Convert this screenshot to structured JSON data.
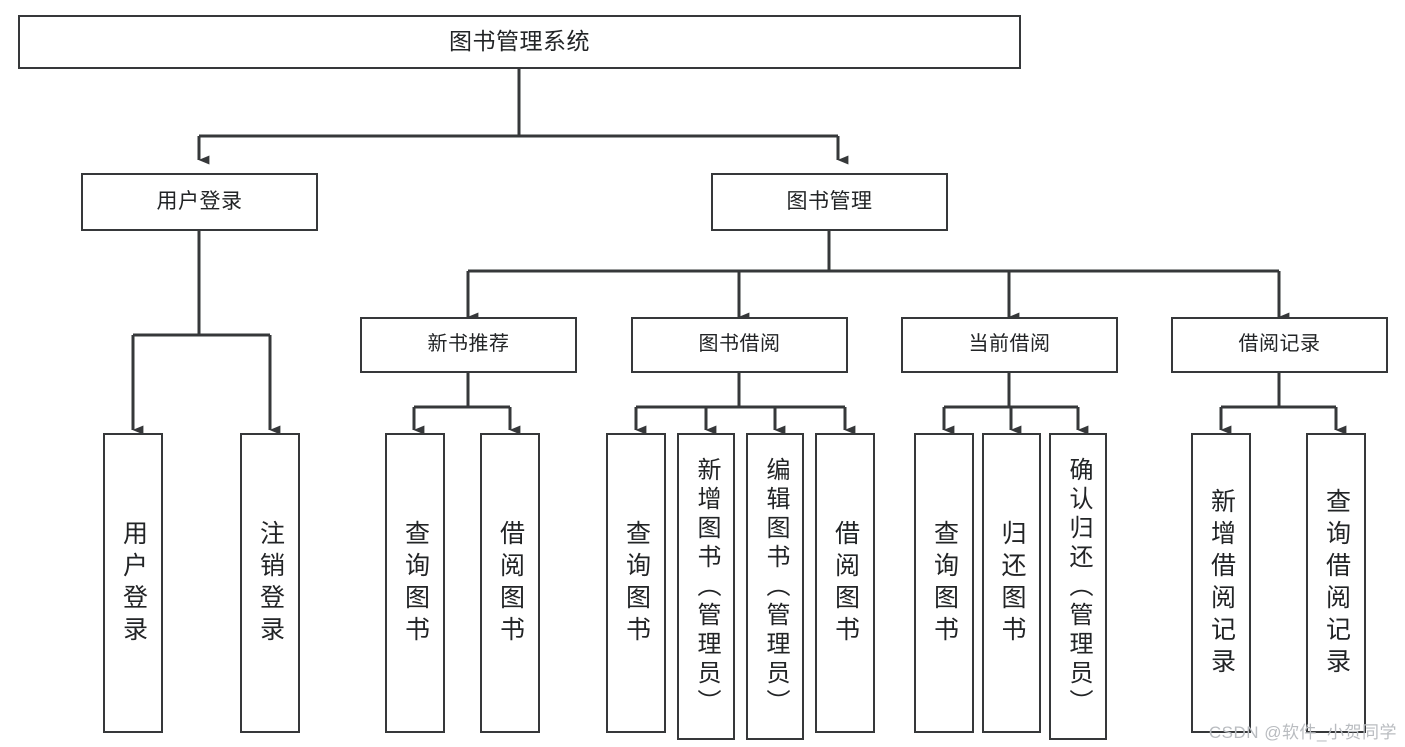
{
  "diagram": {
    "title": "图书管理系统",
    "type": "tree",
    "watermark": "CSDN @软件_小贺同学",
    "line_color": "#36383a",
    "box_fill": "#ffffff",
    "text_color": "#222426"
  },
  "nodes": {
    "root": {
      "label": "图书管理系统",
      "level": 0
    },
    "l1": [
      {
        "id": "user-login",
        "label": "用户登录",
        "level": 1
      },
      {
        "id": "book-manage",
        "label": "图书管理",
        "level": 1
      }
    ],
    "l2": [
      {
        "id": "new-book-rec",
        "label": "新书推荐",
        "level": 2,
        "parent": "book-manage"
      },
      {
        "id": "book-borrow",
        "label": "图书借阅",
        "level": 2,
        "parent": "book-manage"
      },
      {
        "id": "current-borrow",
        "label": "当前借阅",
        "level": 2,
        "parent": "book-manage"
      },
      {
        "id": "borrow-record",
        "label": "借阅记录",
        "level": 2,
        "parent": "book-manage"
      }
    ],
    "leaves": [
      {
        "id": "leaf-user-login",
        "label": "用户登录",
        "parent": "user-login",
        "tall": false
      },
      {
        "id": "leaf-logout",
        "label": "注销登录",
        "parent": "user-login",
        "tall": false
      },
      {
        "id": "leaf-query-book-1",
        "label": "查询图书",
        "parent": "new-book-rec",
        "tall": false
      },
      {
        "id": "leaf-borrow-book-1",
        "label": "借阅图书",
        "parent": "new-book-rec",
        "tall": false
      },
      {
        "id": "leaf-query-book-2",
        "label": "查询图书",
        "parent": "book-borrow",
        "tall": false
      },
      {
        "id": "leaf-add-book",
        "label": "新增图书（管理员）",
        "parent": "book-borrow",
        "tall": true
      },
      {
        "id": "leaf-edit-book",
        "label": "编辑图书（管理员）",
        "parent": "book-borrow",
        "tall": true
      },
      {
        "id": "leaf-borrow-book-2",
        "label": "借阅图书",
        "parent": "book-borrow",
        "tall": false
      },
      {
        "id": "leaf-query-book-3",
        "label": "查询图书",
        "parent": "current-borrow",
        "tall": false
      },
      {
        "id": "leaf-return-book",
        "label": "归还图书",
        "parent": "current-borrow",
        "tall": false
      },
      {
        "id": "leaf-confirm-return",
        "label": "确认归还（管理员）",
        "parent": "current-borrow",
        "tall": true
      },
      {
        "id": "leaf-add-record",
        "label": "新增借阅记录",
        "parent": "borrow-record",
        "tall": false
      },
      {
        "id": "leaf-query-record",
        "label": "查询借阅记录",
        "parent": "borrow-record",
        "tall": false
      }
    ]
  }
}
